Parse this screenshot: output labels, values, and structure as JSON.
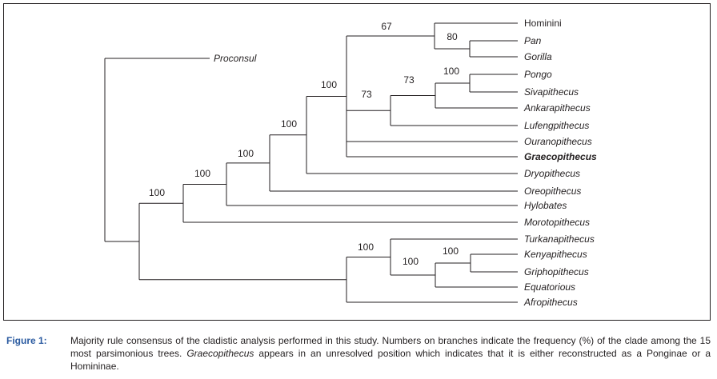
{
  "taxa": [
    {
      "id": "proconsul",
      "label": "Proconsul",
      "style": "italic"
    },
    {
      "id": "hominini",
      "label": "Hominini",
      "style": "plain"
    },
    {
      "id": "pan",
      "label": "Pan",
      "style": "italic"
    },
    {
      "id": "gorilla",
      "label": "Gorilla",
      "style": "italic"
    },
    {
      "id": "pongo",
      "label": "Pongo",
      "style": "italic"
    },
    {
      "id": "sivapithecus",
      "label": "Sivapithecus",
      "style": "italic"
    },
    {
      "id": "ankarapithecus",
      "label": "Ankarapithecus",
      "style": "italic"
    },
    {
      "id": "lufengpithecus",
      "label": "Lufengpithecus",
      "style": "italic"
    },
    {
      "id": "ouranopithecus",
      "label": "Ouranopithecus",
      "style": "italic"
    },
    {
      "id": "graecopithecus",
      "label": "Graecopithecus",
      "style": "bold-italic"
    },
    {
      "id": "dryopithecus",
      "label": "Dryopithecus",
      "style": "italic"
    },
    {
      "id": "oreopithecus",
      "label": "Oreopithecus",
      "style": "italic"
    },
    {
      "id": "hylobates",
      "label": "Hylobates",
      "style": "italic"
    },
    {
      "id": "morotopithecus",
      "label": "Morotopithecus",
      "style": "italic"
    },
    {
      "id": "turkanapithecus",
      "label": "Turkanapithecus",
      "style": "italic"
    },
    {
      "id": "kenyapithecus",
      "label": "Kenyapithecus",
      "style": "italic"
    },
    {
      "id": "griphopithecus",
      "label": "Griphopithecus",
      "style": "italic"
    },
    {
      "id": "equatorious",
      "label": "Equatorious",
      "style": "italic"
    },
    {
      "id": "afropithecus",
      "label": "Afropithecus",
      "style": "italic"
    }
  ],
  "support_values": [
    {
      "clade": "hominini-pan-gorilla",
      "value": "67"
    },
    {
      "clade": "pan-gorilla",
      "value": "80"
    },
    {
      "clade": "pongo-sivapithecus",
      "value": "100"
    },
    {
      "clade": "pongo-sivapithecus-ankarapithecus",
      "value": "73"
    },
    {
      "clade": "pongine",
      "value": "73"
    },
    {
      "clade": "hominid",
      "value": "100"
    },
    {
      "clade": "with-dryopithecus",
      "value": "100"
    },
    {
      "clade": "with-oreopithecus",
      "value": "100"
    },
    {
      "clade": "with-hylobates",
      "value": "100"
    },
    {
      "clade": "with-morotopithecus",
      "value": "100"
    },
    {
      "clade": "afropithecine",
      "value": "100"
    },
    {
      "clade": "kenyapithecine",
      "value": "100"
    },
    {
      "clade": "kenyapithecus-griphopithecus",
      "value": "100"
    }
  ],
  "caption": {
    "label": "Figure 1:",
    "text_1": "Majority rule consensus of the cladistic analysis performed in this study. Numbers on branches indicate the frequency (%) of the clade among the 15 most parsimonious trees. ",
    "text_italic": "Graecopithecus",
    "text_2": " appears in an unresolved position which indicates that it is either reconstructed as a Ponginae or a Homininae."
  }
}
